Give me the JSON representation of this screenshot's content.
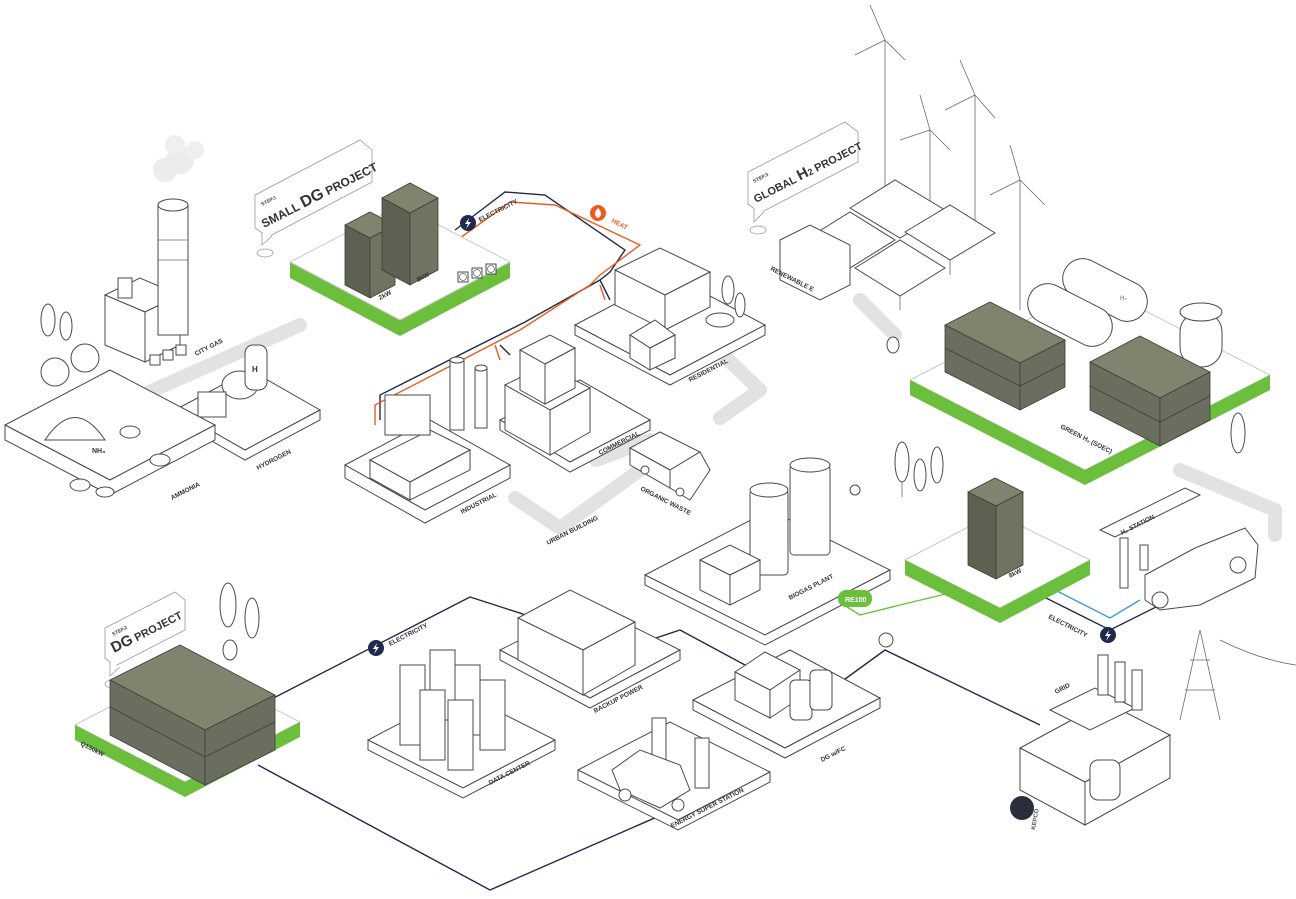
{
  "projects": {
    "small_dg": {
      "step": "STEP.1",
      "title_pre": "SMALL ",
      "title_em": "DG",
      "title_post": " PROJECT"
    },
    "dg": {
      "step": "STEP.2",
      "title_em": "DG",
      "title_post": " PROJECT"
    },
    "global_h2": {
      "step": "STEP.3",
      "title_pre": "GLOBAL ",
      "title_em": "H",
      "title_sub": "2",
      "title_post": " PROJECT"
    }
  },
  "units": {
    "u2kw": "2kW",
    "u8kw": "8kW",
    "u8kw_b": "8kW",
    "q150": "Q150kW"
  },
  "flows": {
    "electricity_1": "ELECTRICITY",
    "heat": "HEAT",
    "electricity_2": "ELECTRICITY",
    "electricity_3": "ELECTRICITY",
    "re100": "RE100"
  },
  "sites": {
    "city_gas": "CITY GAS",
    "hydrogen": "HYDROGEN",
    "ammonia": "AMMONIA",
    "industrial": "INDUSTRIAL",
    "commercial": "COMMERCIAL",
    "residential": "RESIDENTIAL",
    "urban_building": "URBAN BUILDING",
    "organic_waste": "ORGANIC WASTE",
    "biogas_plant": "BIOGAS PLANT",
    "renewable": "RENEWABLE E",
    "green_h2": "GREEN H₂ (SOEC)",
    "h2_station": "H₂ STATION",
    "data_center": "DATA CENTER",
    "backup_power": "BACKUP POWER",
    "energy_super_station": "ENERGY SUPER STATION",
    "dg_fc": "DG w/FC",
    "grid": "GRID"
  },
  "icons": {
    "nh3": "NH₃",
    "h_tank": "H",
    "h2_tank": "H₂",
    "kepco": "KEPCO"
  },
  "colors": {
    "accent_green": "#6cbf3d",
    "heat_orange": "#f05a1e",
    "line_navy": "#1f2a4d",
    "h2_blue": "#3a9be0",
    "unit_olive": "#6a6e5e"
  }
}
